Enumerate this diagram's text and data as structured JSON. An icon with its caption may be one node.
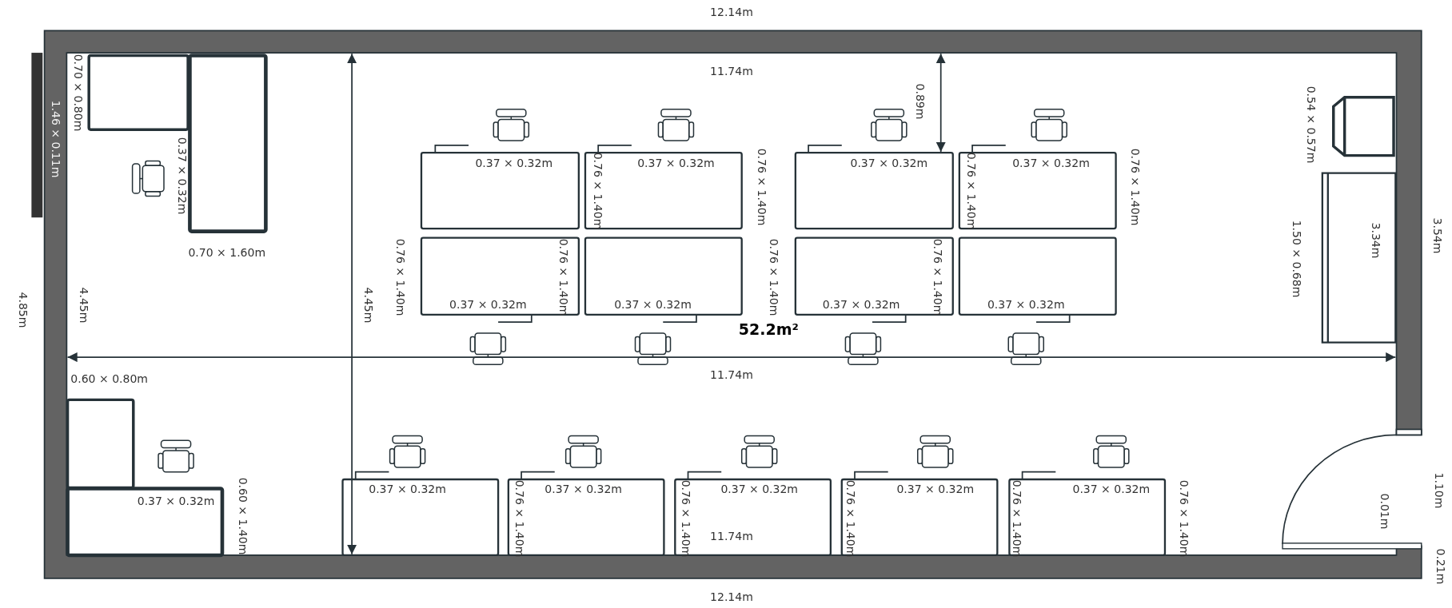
{
  "diagram": {
    "labels": [
      "12.14m",
      "0.70 × 0.80m",
      "1.46 × 0.11m",
      "11.74m",
      "0.89m",
      "0.54 × 0.57m",
      "0.37 × 0.32m",
      "0.37 × 0.32m",
      "0.37 × 0.32m",
      "0.37 × 0.32m",
      "0.37 × 0.32m",
      "0.76 × 1.40m",
      "0.76 × 1.40m",
      "0.76 × 1.40m",
      "0.76 × 1.40m",
      "0.70 × 1.60m",
      "3.34m",
      "3.54m",
      "0.76 × 1.40m",
      "0.76 × 1.40m",
      "0.76 × 1.40m",
      "0.76 × 1.40m",
      "1.50 × 0.68m",
      "4.85m",
      "4.45m",
      "4.45m",
      "0.37 × 0.32m",
      "0.37 × 0.32m",
      "0.37 × 0.32m",
      "0.37 × 0.32m",
      "52.2m²",
      "0.60 × 0.80m",
      "11.74m",
      "0.37 × 0.32m",
      "0.37 × 0.32m",
      "0.37 × 0.32m",
      "0.37 × 0.32m",
      "0.37 × 0.32m",
      "1.10m",
      "0.37 × 0.32m",
      "0.60 × 1.40m",
      "0.76 × 1.40m",
      "0.76 × 1.40m",
      "0.76 × 1.40m",
      "0.76 × 1.40m",
      "0.76 × 1.40m",
      "11.74m",
      "0.01m",
      "0.21m",
      "12.14m"
    ]
  }
}
